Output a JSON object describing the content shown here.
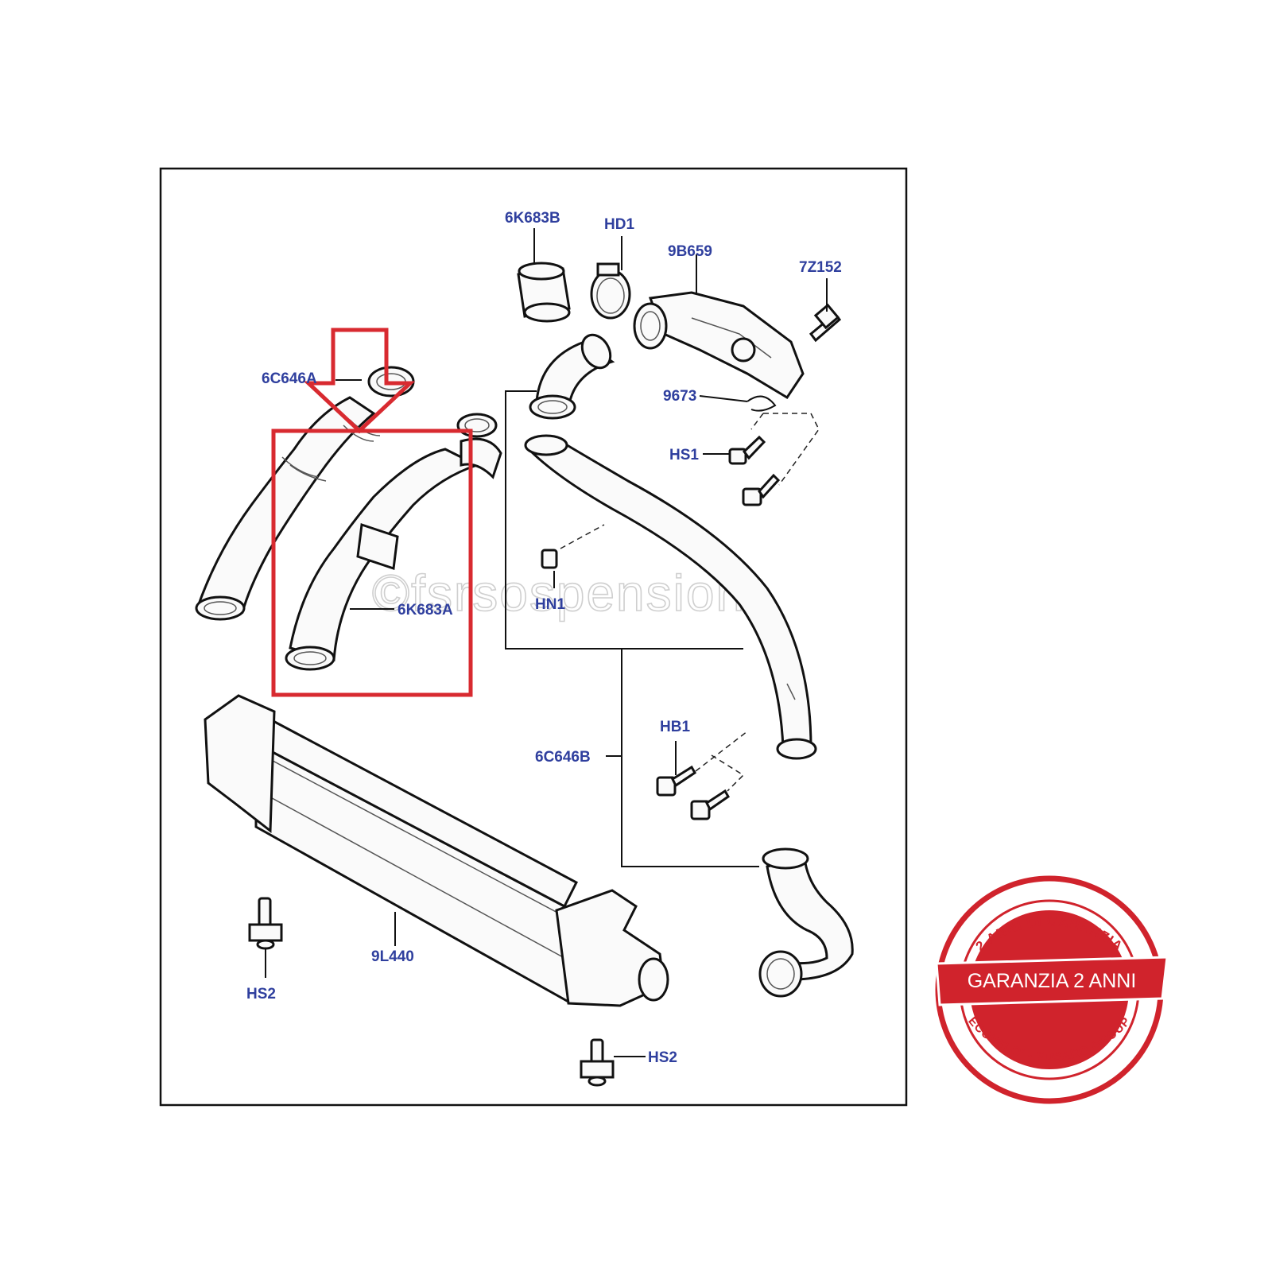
{
  "labels": {
    "p6k683b": "6K683B",
    "hd1": "HD1",
    "p9b659": "9B659",
    "p7z152": "7Z152",
    "p6c646a": "6C646A",
    "p9673": "9673",
    "hs1": "HS1",
    "hn1": "HN1",
    "p6k683a": "6K683A",
    "hb1": "HB1",
    "p6c646b": "6C646B",
    "p9l440": "9L440",
    "hs2_left": "HS2",
    "hs2_bottom": "HS2"
  },
  "watermark": "©fsrsospensioni",
  "badge": {
    "top_arc": "2 ANNI DI GARANZIA",
    "banner": "GARANZIA 2 ANNI",
    "bottom_arc": "ECOVELO' - FUSARO GROUP",
    "color": "#d0232c"
  },
  "colors": {
    "label": "#2f3f9e",
    "highlight": "#d82a30",
    "frame": "#111111"
  }
}
